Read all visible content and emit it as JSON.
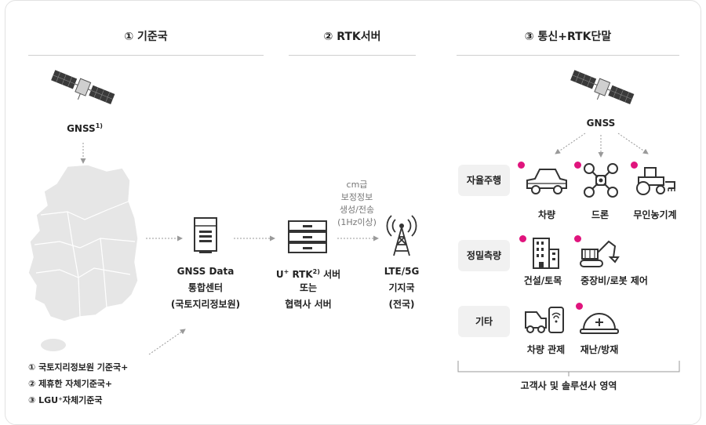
{
  "sections": {
    "s1": "① 기준국",
    "s2": "② RTK서버",
    "s3": "③ 통신+RTK단말"
  },
  "left": {
    "gnss_label": "GNSS",
    "gnss_sup": "1)",
    "notes": [
      "① 국토지리정보원 기준국+",
      "② 제휴한 자체기준국+",
      "③ LGU⁺자체기준국"
    ]
  },
  "center": {
    "datacenter": [
      "GNSS Data",
      "통합센터",
      "(국토지리정보원)"
    ],
    "server_line1_a": "U",
    "server_line1_sup": "+",
    "server_line1_b": " RTK",
    "server_line1_sup2": "2)",
    "server_line1_c": " 서버",
    "server_line2": "또는",
    "server_line3": "협력사 서버",
    "correction": [
      "cm급",
      "보정정보",
      "생성/전송",
      "(1Hz이상)"
    ],
    "station": [
      "LTE/5G",
      "기지국",
      "(전국)"
    ]
  },
  "right": {
    "gnss_label": "GNSS",
    "categories": [
      "자율주행",
      "정밀측량",
      "기타"
    ],
    "items": {
      "car": "차량",
      "drone": "드론",
      "tractor": "무인농기계",
      "building": "건설/토목",
      "excavator": "중장비/로봇 제어",
      "vehicle_mgmt": "차량 관제",
      "disaster": "재난/방재"
    },
    "footer": "고객사 및 솔루션사 영역"
  },
  "colors": {
    "accent": "#e0147d",
    "line": "#cfcfcf",
    "icon": "#333333",
    "map": "#e6e6e6"
  },
  "icons": [
    "satellite-icon",
    "korea-map-icon",
    "data-server-icon",
    "rtk-server-icon",
    "cell-tower-icon",
    "car-icon",
    "drone-icon",
    "tractor-icon",
    "building-icon",
    "excavator-icon",
    "vehicle-mgmt-icon",
    "helmet-icon"
  ]
}
